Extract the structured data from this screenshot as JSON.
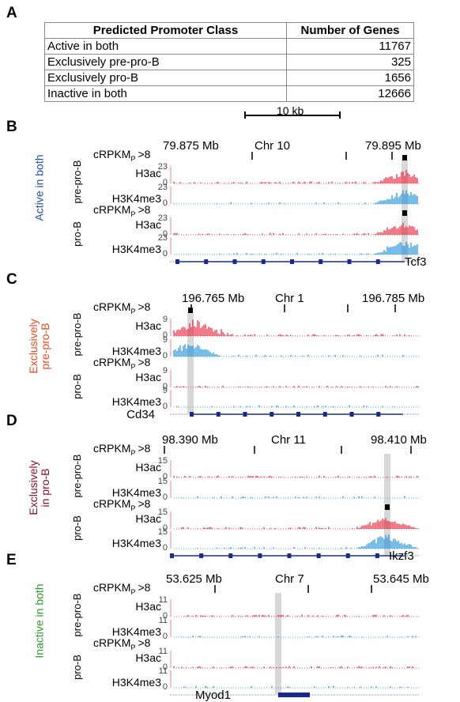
{
  "panel_a": {
    "letter": "A",
    "header_class": "Predicted Promoter Class",
    "header_count": "Number of Genes",
    "rows": [
      {
        "label": "Active in both",
        "count": "11767"
      },
      {
        "label": "Exclusively pre-pro-B",
        "count": "325"
      },
      {
        "label": "Exclusively pro-B",
        "count": "1656"
      },
      {
        "label": "Inactive in both",
        "count": "12666"
      }
    ],
    "scale_label": "10 kb"
  },
  "track_labels": {
    "crpkm": "cRPKM",
    "crpkm_sub": "P",
    "crpkm_thresh": ">8",
    "h3ac": "H3ac",
    "h3k4me3": "H3K4me3",
    "pre_pro_b": "pre-pro-B",
    "pro_b": "pro-B",
    "zero": "0"
  },
  "colors": {
    "h3ac": "#e8223a",
    "h3k4me3": "#1e90d8",
    "gene": "#1a2a8a",
    "highlight": "#d8d8d8",
    "active_both": "#1f4fa8",
    "excl_pre_pro_b": "#f04a20",
    "excl_pro_b": "#8a1030",
    "inactive_both": "#2e9a2a"
  },
  "panels": [
    {
      "letter": "B",
      "class_label": "Active in both",
      "color_key": "active_both",
      "coord_left": "79.875 Mb",
      "chr": "Chr 10",
      "coord_right": "79.895 Mb",
      "scale": "23",
      "gene": "Tcf3",
      "crpkm_pre": true,
      "crpkm_pro": true
    },
    {
      "letter": "C",
      "class_label": "Exclusively pre-pro-B",
      "color_key": "excl_pre_pro_b",
      "coord_left": "196.765 Mb",
      "chr": "Chr 1",
      "coord_right": "196.785 Mb",
      "scale": "9",
      "gene": "Cd34",
      "crpkm_pre": true,
      "crpkm_pro": false
    },
    {
      "letter": "D",
      "class_label": "Exclusively in pro-B",
      "color_key": "excl_pro_b",
      "coord_left": "98.390 Mb",
      "chr": "Chr 11",
      "coord_right": "98.410 Mb",
      "scale": "15",
      "gene": "Ikzf3",
      "crpkm_pre": false,
      "crpkm_pro": true
    },
    {
      "letter": "E",
      "class_label": "Inactive in both",
      "color_key": "inactive_both",
      "coord_left": "53.625 Mb",
      "chr": "Chr 7",
      "coord_right": "53.645 Mb",
      "scale": "11",
      "gene": "Myod1",
      "crpkm_pre": false,
      "crpkm_pro": false
    }
  ]
}
